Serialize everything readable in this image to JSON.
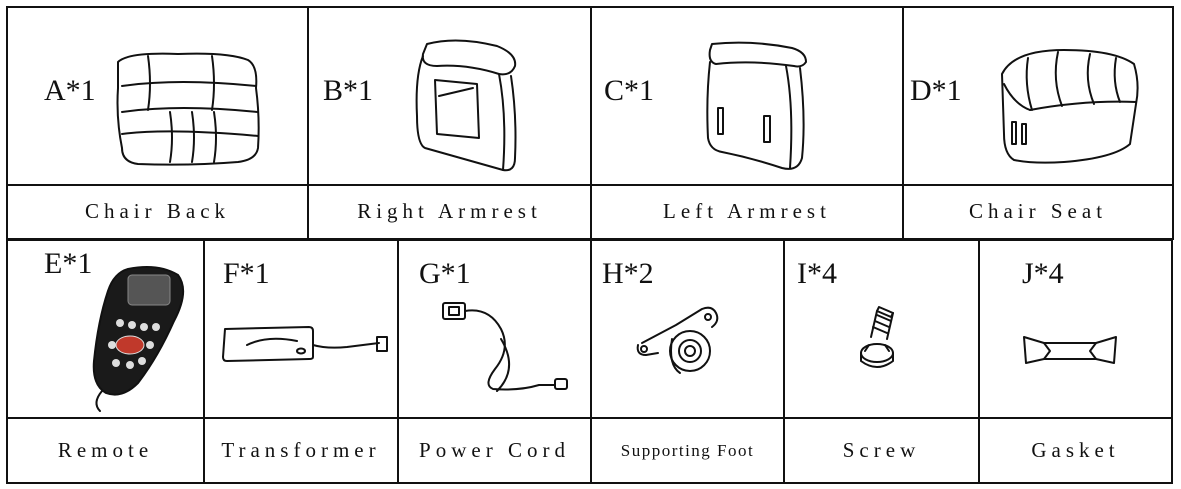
{
  "parts": [
    {
      "code": "A*1",
      "label": "Chair Back",
      "icon": "chair-back-icon"
    },
    {
      "code": "B*1",
      "label": "Right Armrest",
      "icon": "right-armrest-icon"
    },
    {
      "code": "C*1",
      "label": "Left Armrest",
      "icon": "left-armrest-icon"
    },
    {
      "code": "D*1",
      "label": "Chair Seat",
      "icon": "chair-seat-icon"
    },
    {
      "code": "E*1",
      "label": "Remote",
      "icon": "remote-icon"
    },
    {
      "code": "F*1",
      "label": "Transformer",
      "icon": "transformer-icon"
    },
    {
      "code": "G*1",
      "label": "Power Cord",
      "icon": "power-cord-icon"
    },
    {
      "code": "H*2",
      "label": "Supporting Foot",
      "icon": "supporting-foot-icon"
    },
    {
      "code": "I*4",
      "label": "Screw",
      "icon": "screw-icon"
    },
    {
      "code": "J*4",
      "label": "Gasket",
      "icon": "gasket-icon"
    }
  ],
  "colors": {
    "line": "#111111",
    "background": "#ffffff",
    "remote_body": "#1a1a1a",
    "remote_button": "#c0392b"
  }
}
